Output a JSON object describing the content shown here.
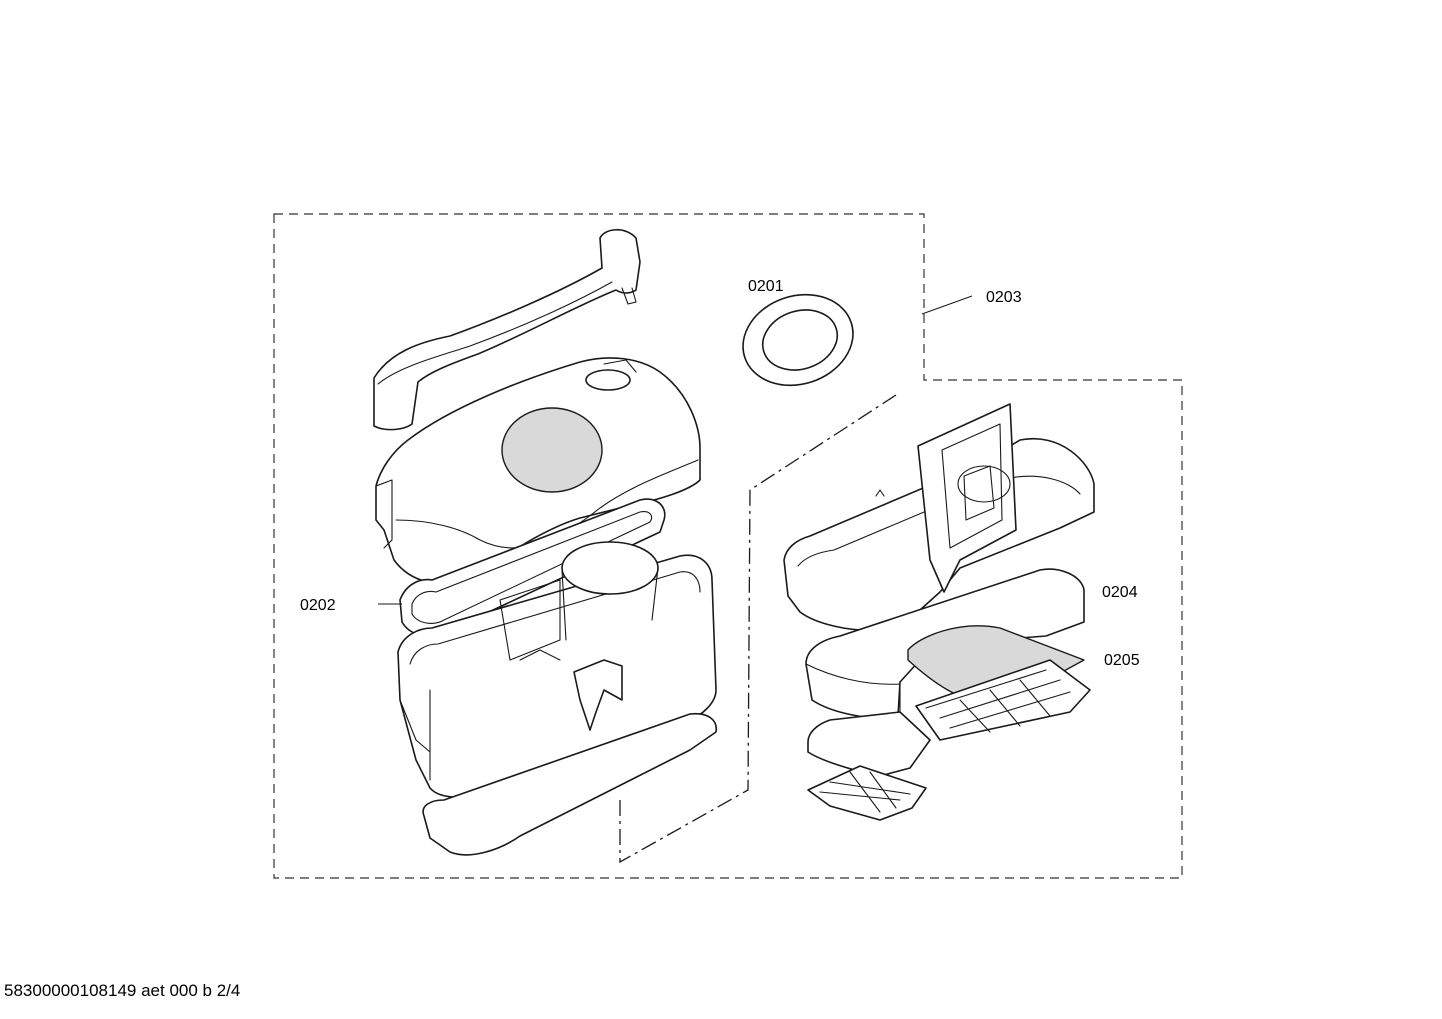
{
  "callouts": {
    "c0201": "0201",
    "c0202": "0202",
    "c0203": "0203",
    "c0204": "0204",
    "c0205": "0205"
  },
  "footer": {
    "text": "58300000108149 aet 000 b 2/4"
  }
}
